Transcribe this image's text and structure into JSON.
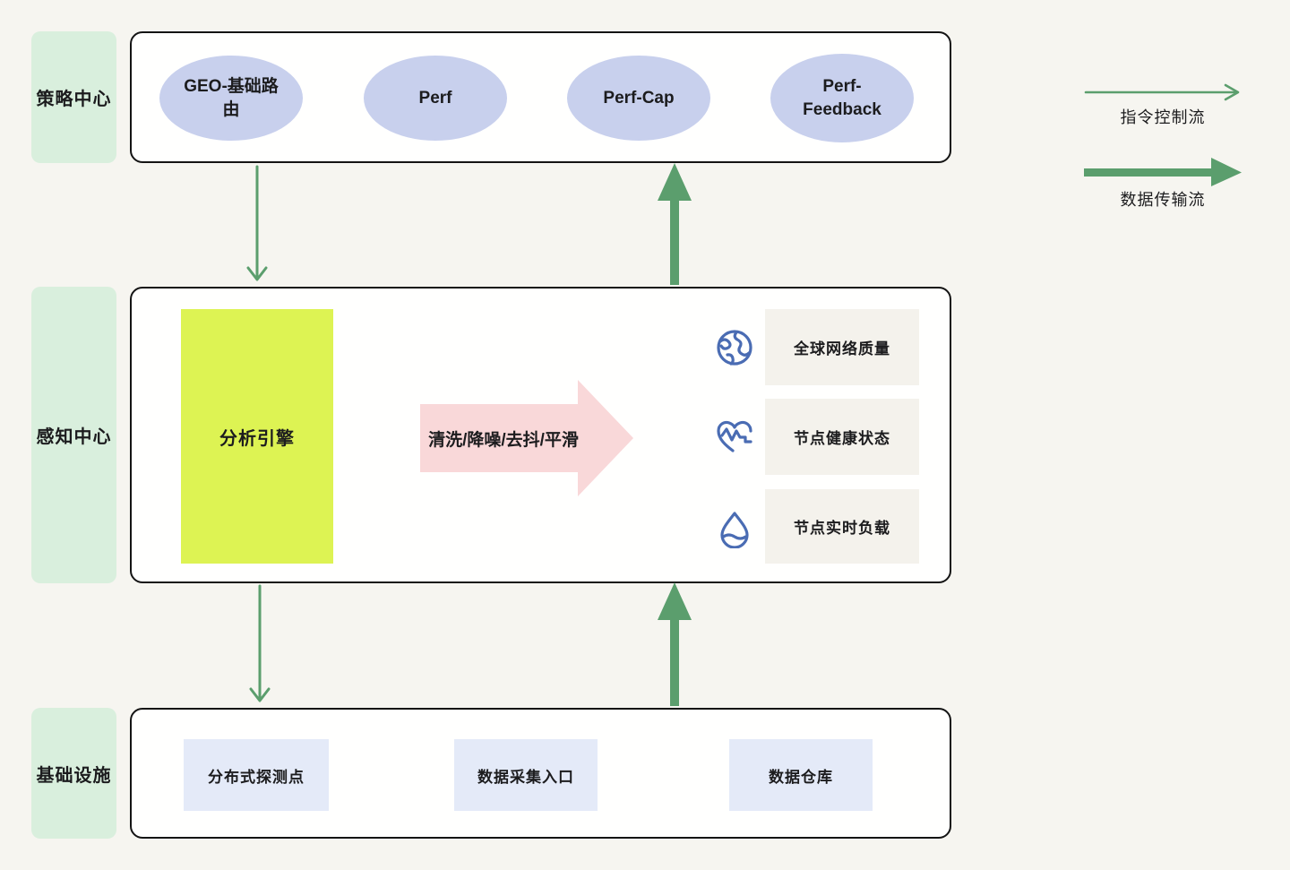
{
  "colors": {
    "bg": "#f6f5f0",
    "row_label_bg": "#d9efdd",
    "container_border": "#141414",
    "ellipse_bg": "#c8d0ed",
    "engine_bg": "#ddf353",
    "pink_arrow_bg": "#f9d8d9",
    "metric_label_bg": "#f4f2ec",
    "infra_box_bg": "#e4eaf8",
    "green_arrow": "#5b9e6d",
    "icon_blue": "#4a6cb3",
    "text_dark": "#1c1c1e"
  },
  "rows": {
    "strategy": {
      "label": "策略中心"
    },
    "perception": {
      "label": "感知中心"
    },
    "infrastructure": {
      "label": "基础设施"
    }
  },
  "strategy": {
    "ellipses": [
      {
        "label": "GEO-基础路由"
      },
      {
        "label": "Perf"
      },
      {
        "label": "Perf-Cap"
      },
      {
        "label": "Perf-Feedback"
      }
    ]
  },
  "legend": {
    "control_flow_label": "指令控制流",
    "data_flow_label": "数据传输流"
  },
  "perception": {
    "engine_label": "分析引擎",
    "process_arrow_label": "清洗/降噪/去抖/平滑",
    "metrics": [
      {
        "icon": "globe-icon",
        "label": "全球网络质量"
      },
      {
        "icon": "heart-pulse-icon",
        "label": "节点健康状态"
      },
      {
        "icon": "water-drop-icon",
        "label": "节点实时负载"
      }
    ]
  },
  "infrastructure": {
    "boxes": [
      {
        "label": "分布式探测点"
      },
      {
        "label": "数据采集入口"
      },
      {
        "label": "数据仓库"
      }
    ]
  }
}
